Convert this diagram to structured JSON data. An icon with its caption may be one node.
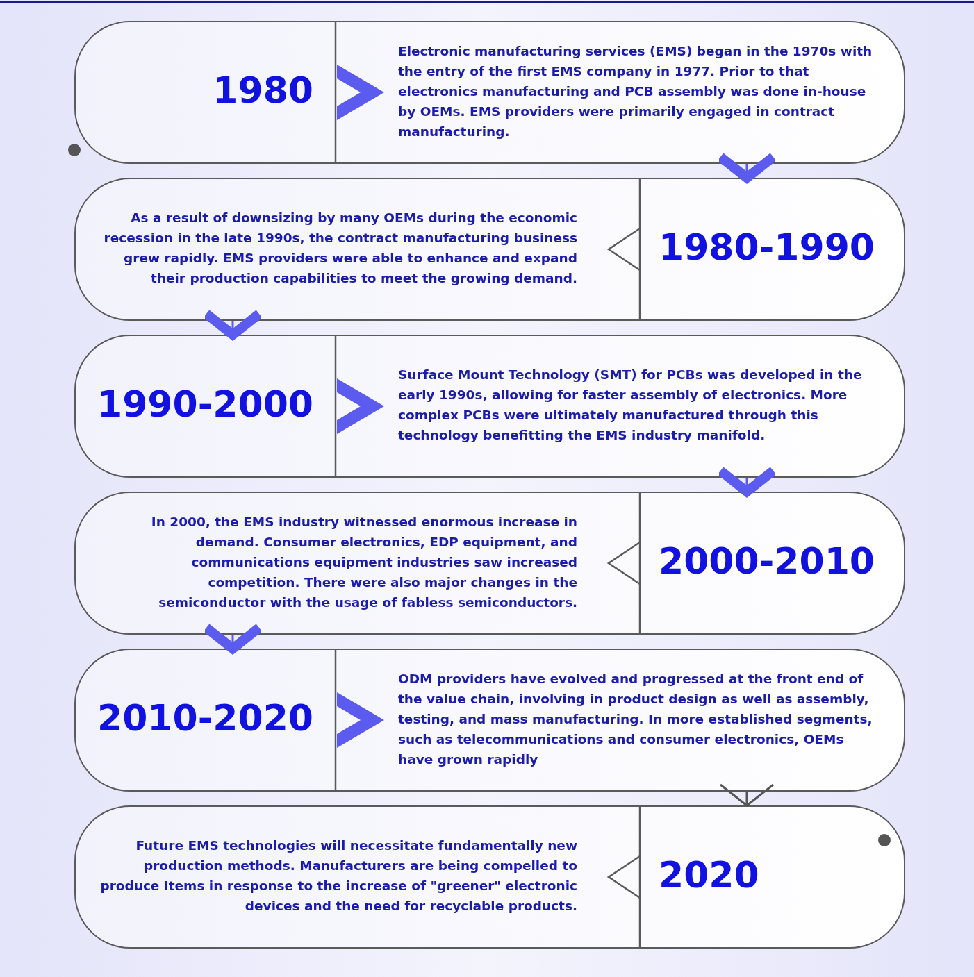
{
  "diagram": {
    "nodes": [
      {
        "text": [
          "1980",
          "Electronic manufacturing services (EMS) began in the 1970s with the entry of the first EMS company in 1977. Prior to that electronics manufacturing and PCB assembly was done in-house by OEMs. EMS providers were primarily engaged in contract manufacturing."
        ]
      },
      {
        "text": [
          "As a result of downsizing by many OEMs during the economic recession in the late 1990s, the contract manufacturing business grew rapidly. EMS providers were able to enhance and expand their production capabilities to meet the growing demand.",
          "1980-1990"
        ]
      },
      {
        "text": [
          "1990-2000",
          "Surface Mount Technology (SMT) for PCBs was developed in the early 1990s, allowing for faster assembly of electronics. More complex PCBs were ultimately manufactured through this technology benefitting the EMS industry manifold."
        ]
      },
      {
        "text": [
          "In 2000, the EMS industry witnessed enormous increase in demand. Consumer electronics, EDP equipment, and communications equipment industries saw increased competition. There were also major changes in the semiconductor with the usage of fabless semiconductors.",
          "2000-2010"
        ]
      },
      {
        "text": [
          "2010-2020",
          "ODM providers have evolved and progressed at the front end of the value chain, involving in product design as well as assembly, testing, and mass manufacturing. In more established segments, such as telecommunications and consumer electronics, OEMs have grown rapidly"
        ]
      },
      {
        "text": [
          "Future EMS technologies will necessitate fundamentally new production methods. Manufacturers are being compelled to produce Items in response to the increase of \"greener\" electronic devices and the need for recyclable products.",
          "2020"
        ]
      }
    ],
    "edges": [
      {
        "from": 0,
        "to": 1,
        "arrow": "to"
      },
      {
        "from": 1,
        "to": 2,
        "arrow": "to"
      },
      {
        "from": 2,
        "to": 3,
        "arrow": "to"
      },
      {
        "from": 3,
        "to": 4,
        "arrow": "to"
      },
      {
        "from": 4,
        "to": 5,
        "arrow": "to",
        "color": "#555555"
      }
    ]
  }
}
